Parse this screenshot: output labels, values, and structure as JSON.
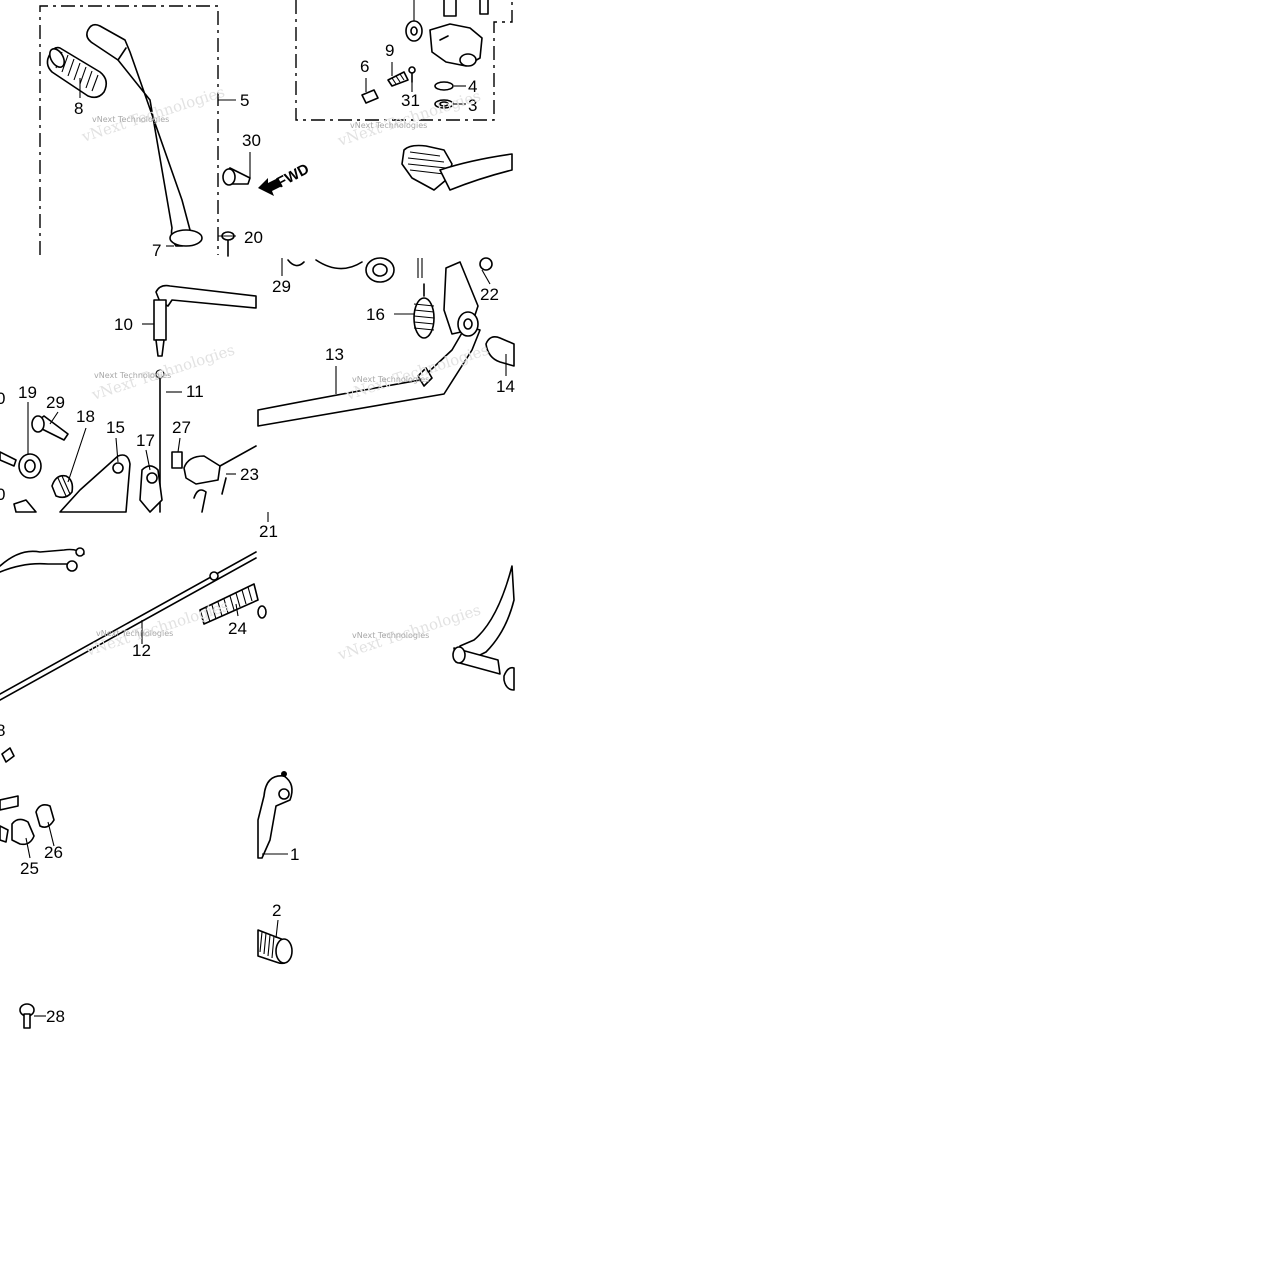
{
  "diagram": {
    "callouts": {
      "c1": "1",
      "c2": "2",
      "c3": "3",
      "c4": "4",
      "c5": "5",
      "c6": "6",
      "c7": "7",
      "c8": "8",
      "c9": "9",
      "c10": "10",
      "c11": "11",
      "c12": "12",
      "c13": "13",
      "c14": "14",
      "c15": "15",
      "c16": "16",
      "c17": "17",
      "c18": "18",
      "c19": "19",
      "c20a": "0",
      "c20b": "0",
      "c20c": "20",
      "c21": "21",
      "c22": "22",
      "c23": "23",
      "c24": "24",
      "c25": "25",
      "c26": "26",
      "c27": "27",
      "c28": "28",
      "c28b": "8",
      "c29a": "29",
      "c29b": "29",
      "c30": "30",
      "c31": "31"
    },
    "fwd_label": "FWD",
    "watermark": "vNext Technologies"
  }
}
